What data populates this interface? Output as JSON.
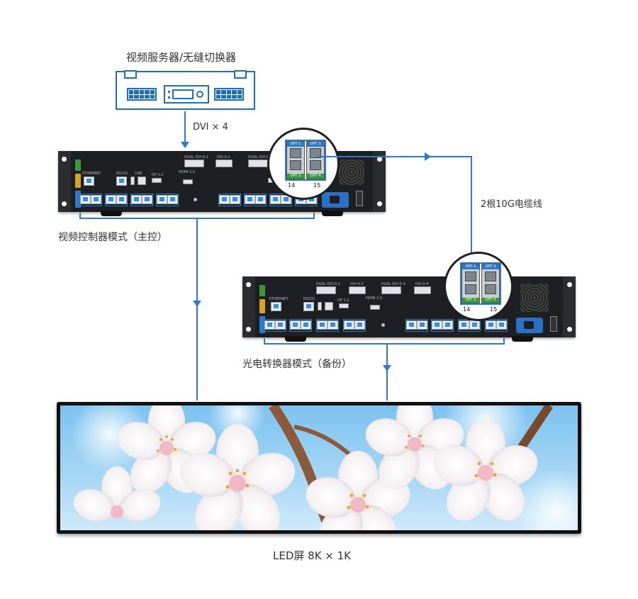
{
  "labels": {
    "server_title": "视频服务器/无缝切换器",
    "dvi_link": "DVI × 4",
    "fiber_link": "2根10G电缆线",
    "main_controller": "视频控制器模式（主控）",
    "backup_converter": "光电转换器模式（备份）",
    "led_screen": "LED屏  8K × 1K"
  },
  "device_panel": {
    "opt1": "OPT 1",
    "opt2": "OPT 2",
    "opt3": "OPT 3",
    "opt4": "OPT 4",
    "port_a": "14",
    "port_b": "15",
    "ethernet": "ETHERNET",
    "rs232": "RS232",
    "usb": "USB",
    "dp": "DP 1.2",
    "hdmi": "HDMI 2.0",
    "dvi1": "DUAL DVI-0-1",
    "dvi2": "DVI-0-2",
    "dvi3": "DUAL DVI-0-3",
    "dvi4": "DVI-0-4"
  },
  "colors": {
    "line_blue": "#2f79c9",
    "device_black": "#1d1f22",
    "outline_blue": "#1f6fb5"
  }
}
